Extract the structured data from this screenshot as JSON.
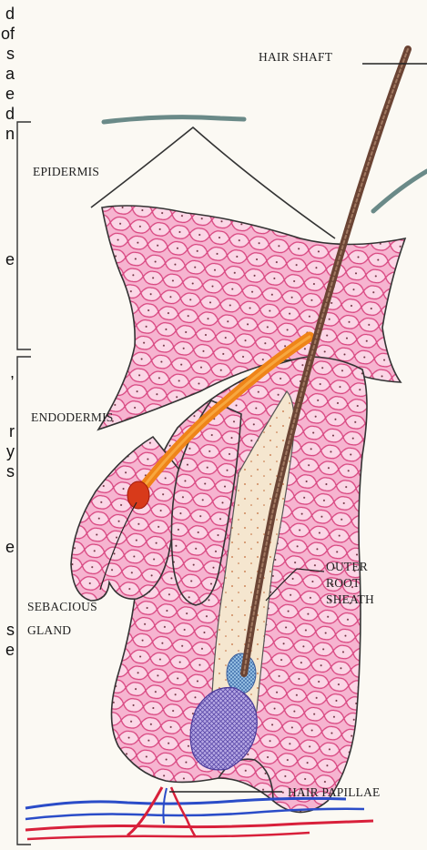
{
  "labels": {
    "hair_shaft": "HAIR SHAFT",
    "epidermis": "EPIDERMIS",
    "endodermis": "ENDODERMIS",
    "outer_root_sheath": [
      "OUTER",
      "ROOT",
      "SHEATH"
    ],
    "sebacious_gland": [
      "SEBACIOUS",
      "GLAND"
    ],
    "hair_papillae": "HAIR PAPILLAE"
  },
  "cut_text": {
    "lines": [
      "d",
      "of",
      "s",
      "a",
      "e",
      "d",
      "n",
      "e",
      ",",
      "r",
      "y",
      "s",
      "e",
      "s",
      "e"
    ]
  },
  "colors": {
    "tissue": "#f4a8c8",
    "cell_outline": "#d43b7a",
    "gland": "#f08a1c",
    "hair": "#6b4434",
    "bulb": "#8a7ac8",
    "vessel_red": "#d8203a",
    "vessel_blue": "#2a4cc8"
  }
}
